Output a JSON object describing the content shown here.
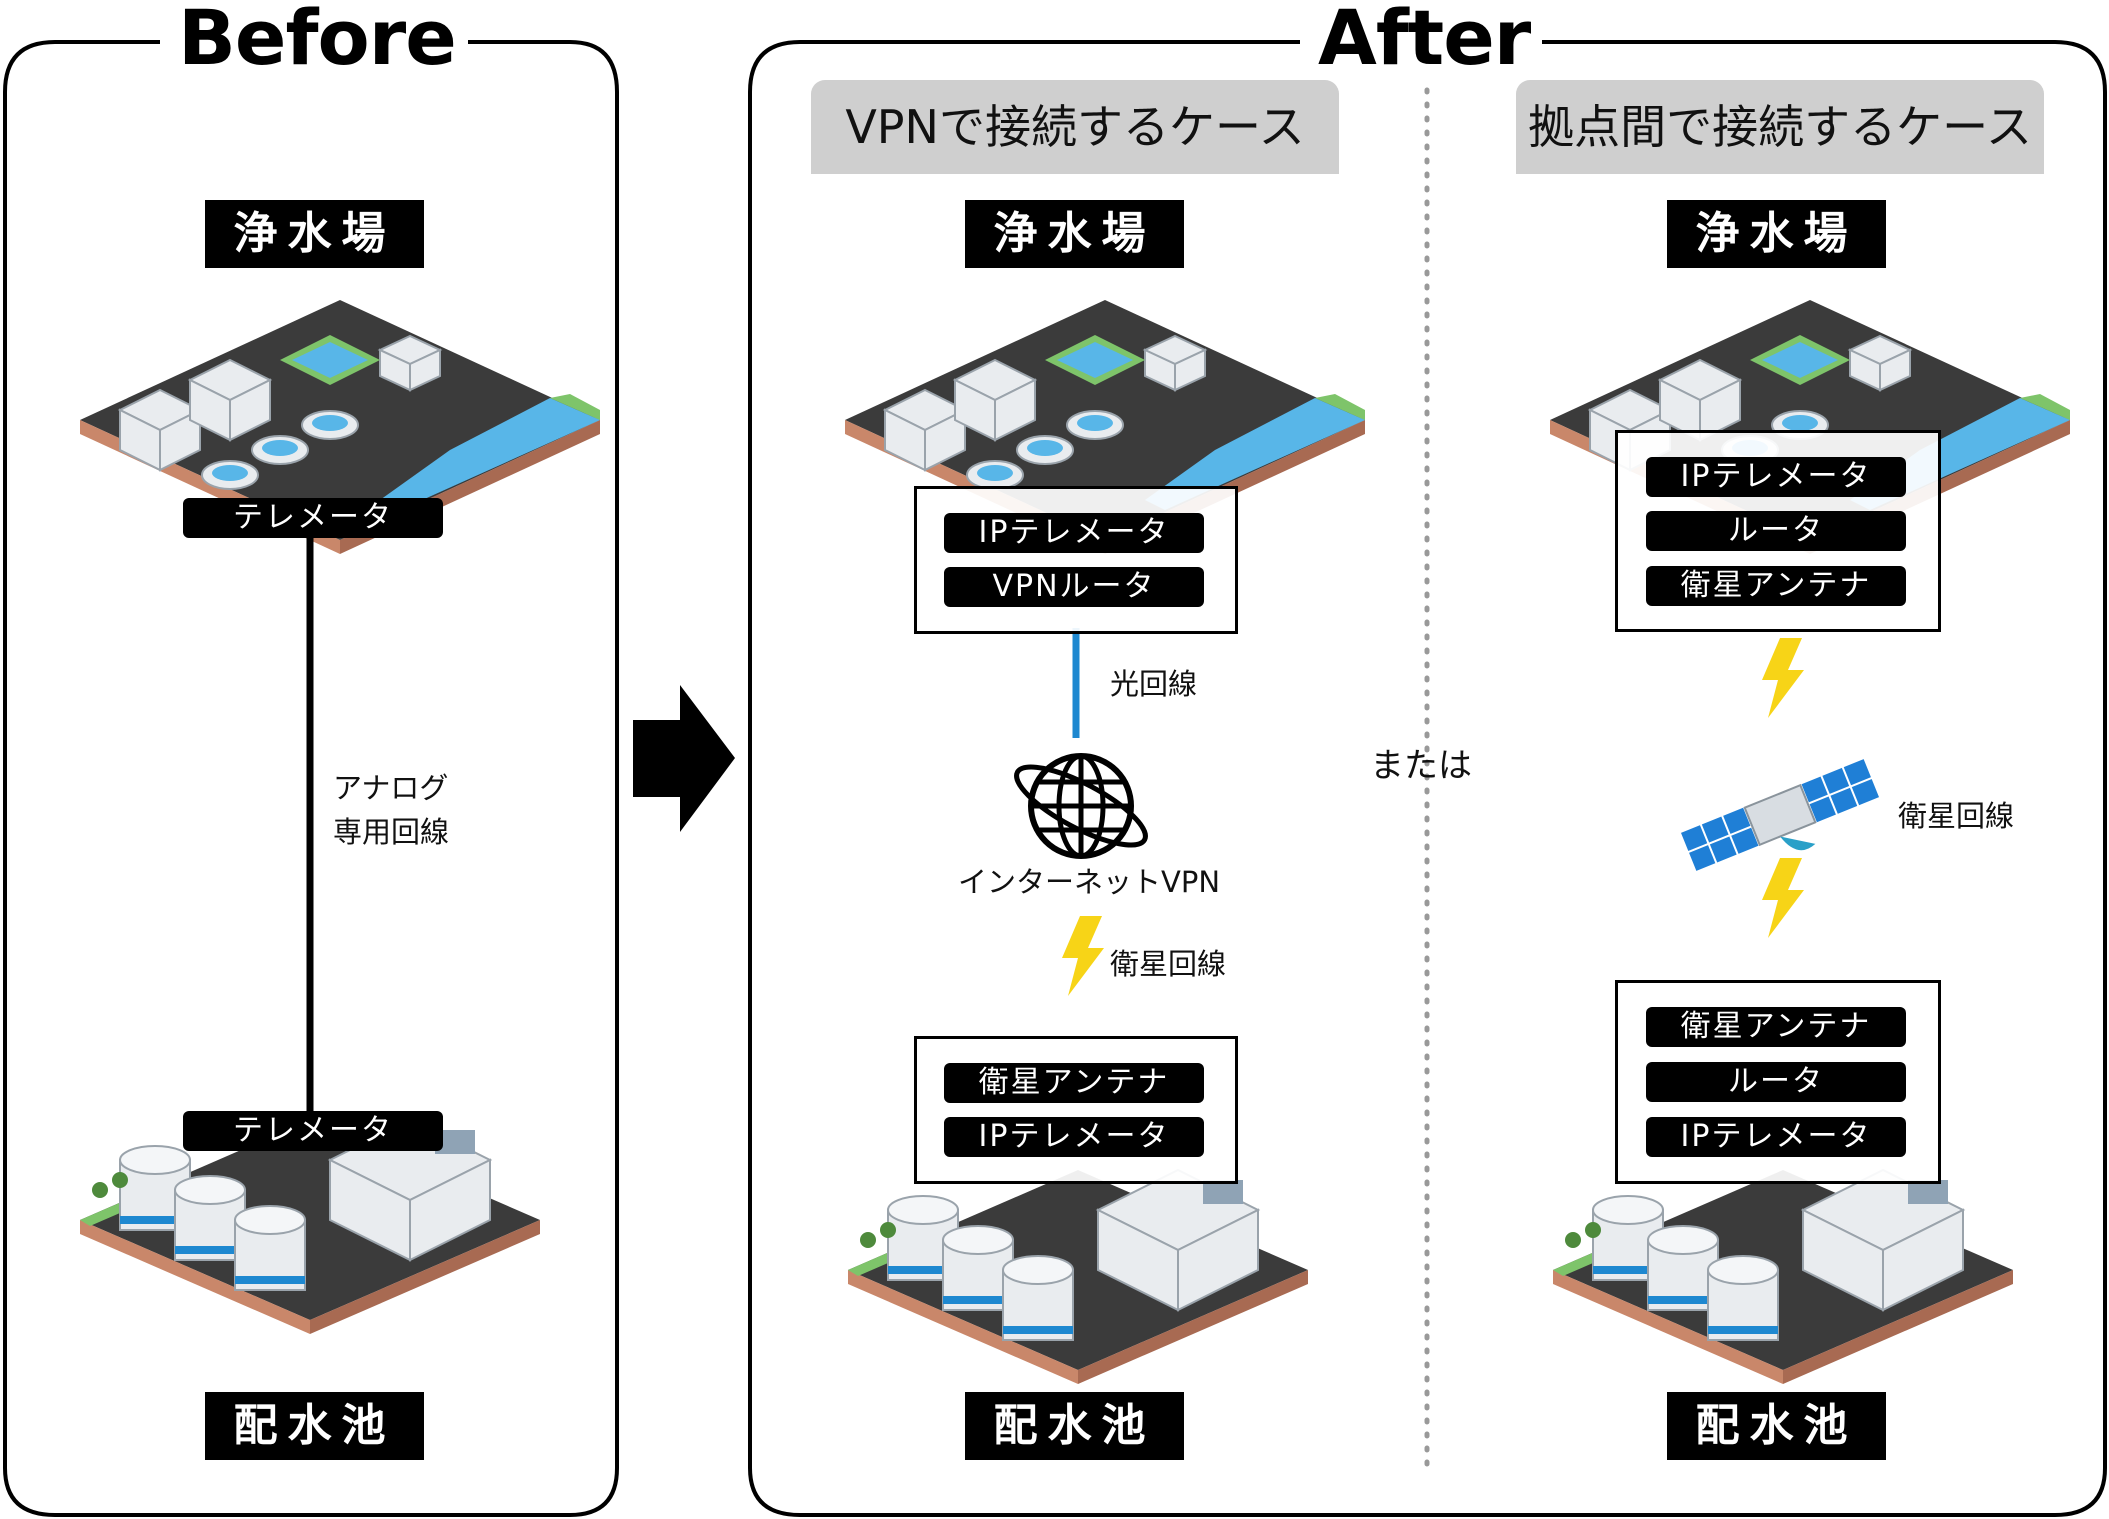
{
  "before": {
    "title": "Before",
    "facility_top": "浄水場",
    "facility_bottom": "配水池",
    "telemeter_top": "テレメータ",
    "telemeter_bottom": "テレメータ",
    "line_label_1": "アナログ",
    "line_label_2": "専用回線"
  },
  "after": {
    "title": "After",
    "or_label": "または",
    "vpn_case": {
      "header": "VPNで接続するケース",
      "facility_top": "浄水場",
      "facility_bottom": "配水池",
      "top_box": [
        "IPテレメータ",
        "VPNルータ"
      ],
      "fiber_label": "光回線",
      "internet_label": "インターネットVPN",
      "satellite_label": "衛星回線",
      "bottom_box": [
        "衛星アンテナ",
        "IPテレメータ"
      ]
    },
    "base_case": {
      "header": "拠点間で接続するケース",
      "facility_top": "浄水場",
      "facility_bottom": "配水池",
      "top_box": [
        "IPテレメータ",
        "ルータ",
        "衛星アンテナ"
      ],
      "satellite_label": "衛星回線",
      "bottom_box": [
        "衛星アンテナ",
        "ルータ",
        "IPテレメータ"
      ]
    }
  },
  "colors": {
    "fiber_line": "#1e88d0",
    "lightning": "#f7d417",
    "water": "#58b6e8",
    "grass": "#7ec46a",
    "solar_panel": "#1f7fd6",
    "header_gray": "#cfcfcf"
  },
  "icons": {
    "arrow": "right-arrow-icon",
    "globe": "globe-icon",
    "satellite": "satellite-icon",
    "lightning": "lightning-icon"
  }
}
